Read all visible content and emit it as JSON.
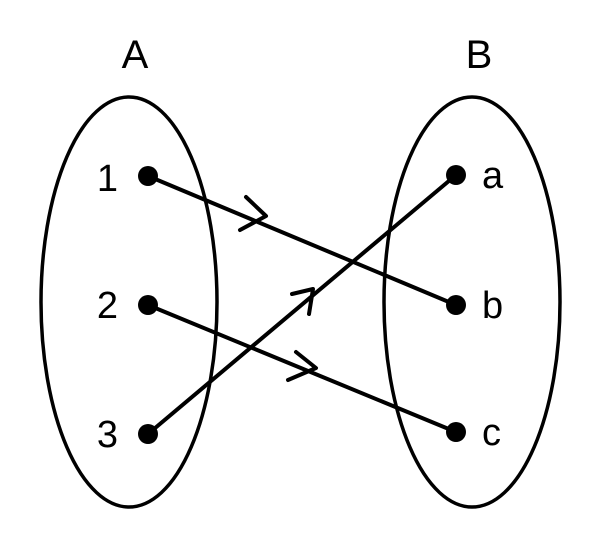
{
  "sets": [
    {
      "title": "A",
      "elements": [
        "1",
        "2",
        "3"
      ]
    },
    {
      "title": "B",
      "elements": [
        "a",
        "b",
        "c"
      ]
    }
  ],
  "mapping": [
    {
      "from": "1",
      "to": "b"
    },
    {
      "from": "2",
      "to": "c"
    },
    {
      "from": "3",
      "to": "a"
    }
  ],
  "colors": {
    "ink": "#000000",
    "background": "#ffffff"
  }
}
